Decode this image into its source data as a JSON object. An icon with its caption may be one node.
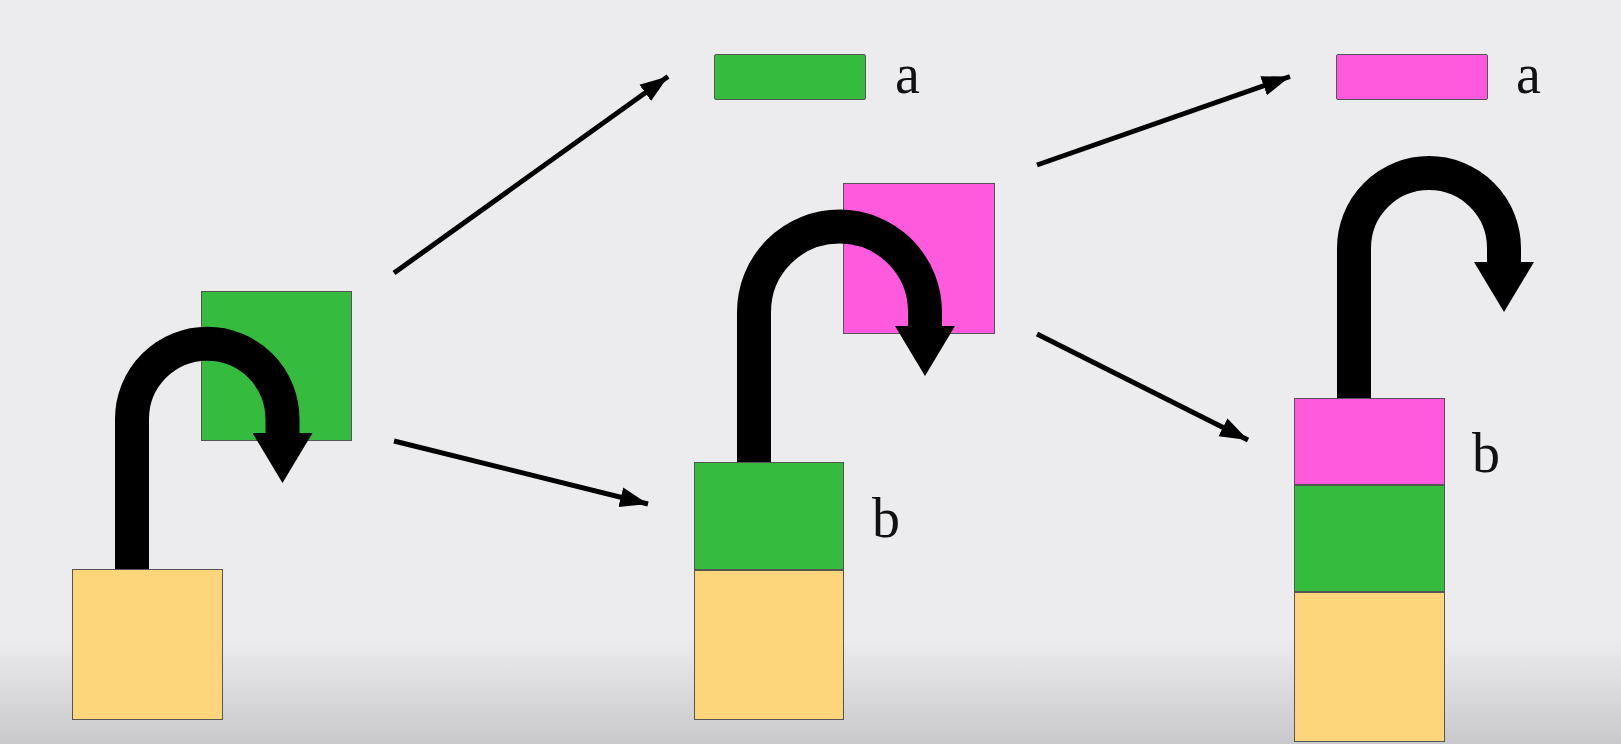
{
  "diagram": {
    "nodes": [
      {
        "text": [],
        "shape": "box"
      },
      {
        "text": [],
        "shape": "box"
      },
      {
        "text": [],
        "shape": "bar",
        "beside": [
          "a"
        ]
      },
      {
        "text": [],
        "shape": "box",
        "beside": [
          "b"
        ]
      },
      {
        "text": [],
        "shape": "box"
      },
      {
        "text": [],
        "shape": "box"
      },
      {
        "text": [],
        "shape": "bar",
        "beside": [
          "a"
        ]
      },
      {
        "text": [],
        "shape": "box",
        "beside": [
          "b"
        ]
      },
      {
        "text": [],
        "shape": "box"
      },
      {
        "text": [],
        "shape": "box"
      }
    ],
    "edges": [
      {
        "from": 0,
        "to": 1,
        "arrow": "to",
        "style": "thick"
      },
      {
        "from": 1,
        "to": 2,
        "arrow": "to"
      },
      {
        "from": 1,
        "to": 3,
        "arrow": "to"
      },
      {
        "from": 3,
        "to": 5,
        "arrow": "to",
        "style": "thick"
      },
      {
        "from": 5,
        "to": 6,
        "arrow": "to"
      },
      {
        "from": 5,
        "to": 7,
        "arrow": "to"
      },
      {
        "from": 7,
        "to": null,
        "arrow": "to",
        "style": "thick"
      }
    ]
  }
}
